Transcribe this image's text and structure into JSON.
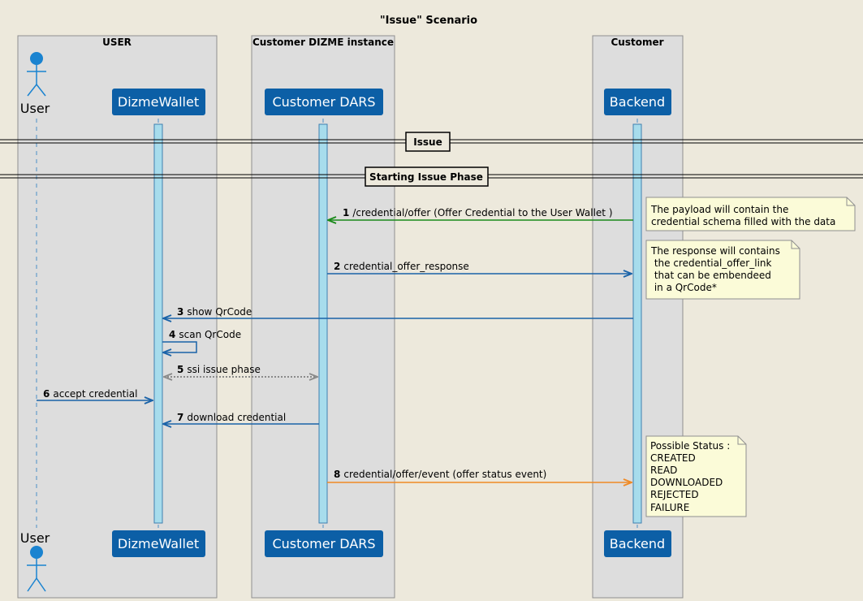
{
  "title": "\"Issue\" Scenario",
  "boxes": [
    {
      "id": "user",
      "label": "USER"
    },
    {
      "id": "dizme",
      "label": "Customer DIZME instance"
    },
    {
      "id": "customer",
      "label": "Customer"
    }
  ],
  "participants": [
    {
      "id": "user",
      "label": "User",
      "kind": "actor"
    },
    {
      "id": "wallet",
      "label": "DizmeWallet",
      "kind": "participant"
    },
    {
      "id": "dars",
      "label": "Customer DARS",
      "kind": "participant"
    },
    {
      "id": "backend",
      "label": "Backend",
      "kind": "participant"
    }
  ],
  "dividers": [
    {
      "label": "Issue"
    },
    {
      "label": "Starting Issue Phase"
    }
  ],
  "messages": [
    {
      "num": "1",
      "text": "/credential/offer (Offer Credential to the User Wallet )",
      "from": "backend",
      "to": "dars",
      "color": "#1a8a1a",
      "style": "solid"
    },
    {
      "num": "2",
      "text": "credential_offer_response",
      "from": "dars",
      "to": "backend",
      "color": "#1a63a8",
      "style": "solid"
    },
    {
      "num": "3",
      "text": "show QrCode",
      "from": "backend",
      "to": "wallet",
      "color": "#1a63a8",
      "style": "solid"
    },
    {
      "num": "4",
      "text": "scan QrCode",
      "from": "wallet",
      "to": "wallet",
      "color": "#1a63a8",
      "style": "self"
    },
    {
      "num": "5",
      "text": "ssi issue phase",
      "from": "wallet",
      "to": "dars",
      "color": "#8a8a8a",
      "style": "dotted-both"
    },
    {
      "num": "6",
      "text": "accept credential",
      "from": "user",
      "to": "wallet",
      "color": "#1a63a8",
      "style": "solid"
    },
    {
      "num": "7",
      "text": "download credential",
      "from": "dars",
      "to": "wallet",
      "color": "#1a63a8",
      "style": "solid"
    },
    {
      "num": "8",
      "text": "credential/offer/event (offer status event)",
      "from": "dars",
      "to": "backend",
      "color": "#f08a24",
      "style": "solid"
    }
  ],
  "notes": [
    {
      "lines": [
        "The payload will contain the",
        "credential schema filled with the data"
      ]
    },
    {
      "lines": [
        "The response will contains",
        " the credential_offer_link",
        " that can be embendeed",
        " in a QrCode*"
      ]
    },
    {
      "lines": [
        "Possible Status :",
        "CREATED",
        "READ",
        "DOWNLOADED",
        "REJECTED",
        "FAILURE"
      ]
    }
  ],
  "colors": {
    "background": "#ede9dc",
    "box_fill": "#dddddd",
    "participant_fill": "#0c5fa6",
    "participant_text": "#ffffff",
    "actor": "#1a83d0",
    "activation_fill": "#a7dcec",
    "note_fill": "#fbfbd8"
  }
}
